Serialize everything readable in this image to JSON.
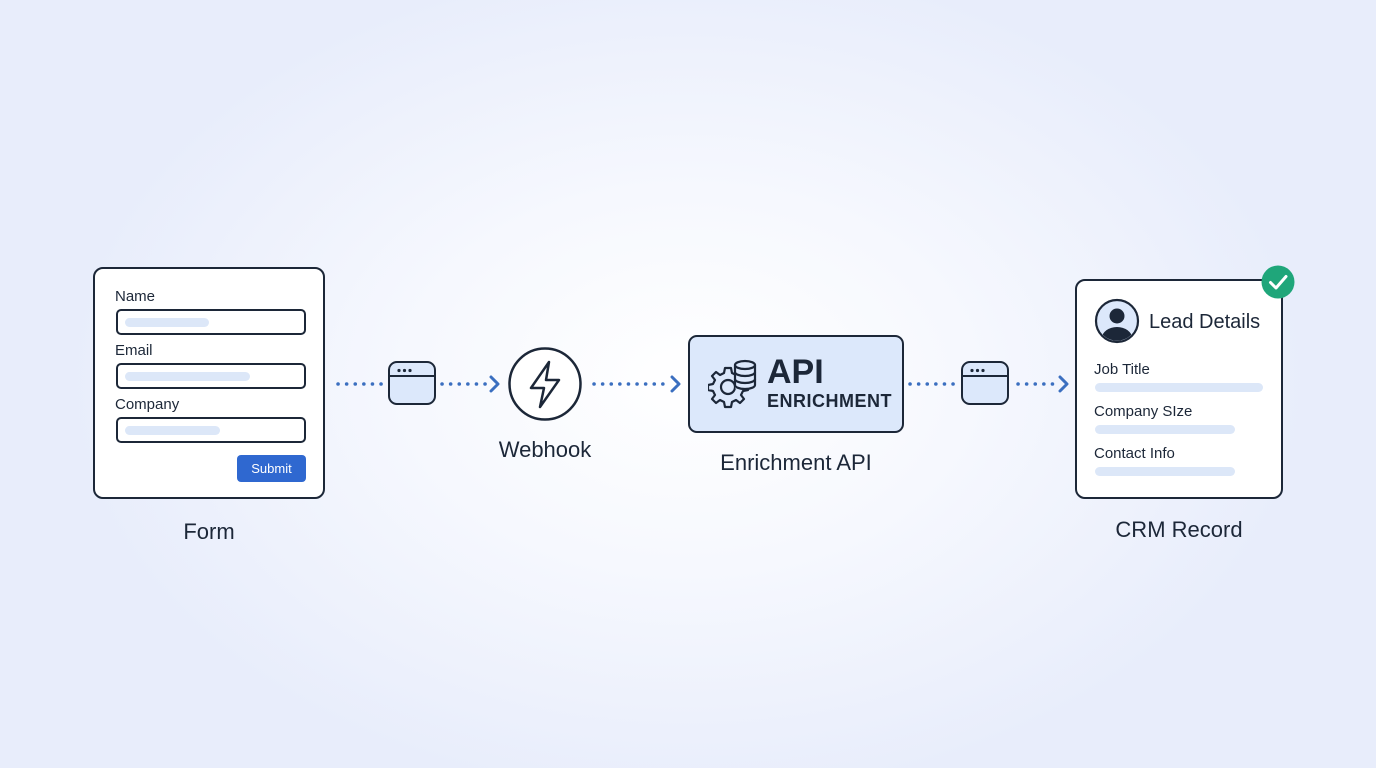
{
  "form": {
    "caption": "Form",
    "fields": [
      {
        "label": "Name"
      },
      {
        "label": "Email"
      },
      {
        "label": "Company"
      }
    ],
    "submit_label": "Submit"
  },
  "webhook": {
    "caption": "Webhook",
    "icon": "lightning-bolt-icon"
  },
  "api": {
    "title": "API",
    "subtitle": "ENRICHMENT",
    "caption": "Enrichment API",
    "icon": "gear-database-icon"
  },
  "crm": {
    "caption": "CRM Record",
    "heading": "Lead Details",
    "fields": [
      {
        "label": "Job Title"
      },
      {
        "label": "Company SIze"
      },
      {
        "label": "Contact Info"
      }
    ],
    "status_icon": "check-badge-icon"
  },
  "colors": {
    "ink": "#1c2738",
    "accent_blue": "#2f68d0",
    "light_blue": "#dce8fb",
    "arrow_blue": "#3b6fc0",
    "success_green": "#1fa67a"
  }
}
